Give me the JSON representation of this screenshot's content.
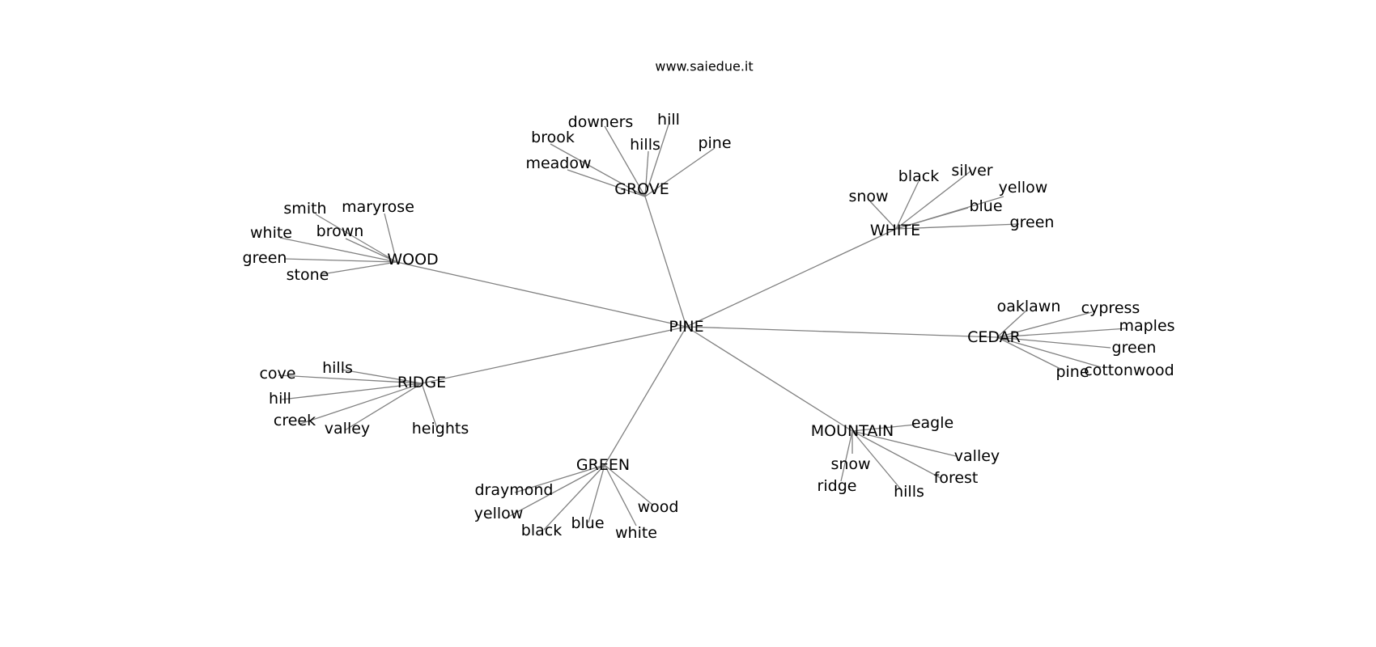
{
  "site_url": "www.saiedue.it",
  "colors": {
    "edge": "#808080",
    "text": "#000000",
    "background": "#ffffff"
  },
  "graph": {
    "center": "PINE",
    "hubs": [
      {
        "label": "GROVE",
        "words": [
          "downers",
          "hill",
          "brook",
          "hills",
          "pine",
          "meadow"
        ]
      },
      {
        "label": "WOOD",
        "words": [
          "smith",
          "maryrose",
          "brown",
          "white",
          "green",
          "stone"
        ]
      },
      {
        "label": "WHITE",
        "words": [
          "black",
          "silver",
          "snow",
          "yellow",
          "blue",
          "green"
        ]
      },
      {
        "label": "CEDAR",
        "words": [
          "oaklawn",
          "cypress",
          "maples",
          "green",
          "pine",
          "cottonwood"
        ]
      },
      {
        "label": "RIDGE",
        "words": [
          "hills",
          "cove",
          "hill",
          "creek",
          "valley",
          "heights"
        ]
      },
      {
        "label": "MOUNTAIN",
        "words": [
          "eagle",
          "valley",
          "snow",
          "forest",
          "ridge",
          "hills"
        ]
      },
      {
        "label": "GREEN",
        "words": [
          "draymond",
          "yellow",
          "wood",
          "black",
          "blue",
          "white"
        ]
      }
    ]
  }
}
